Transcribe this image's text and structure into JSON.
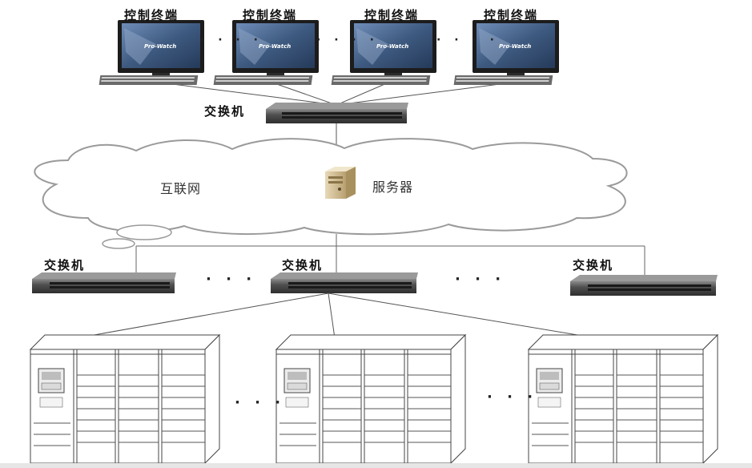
{
  "terminals": {
    "label": "控制终端",
    "brand": "Pro-Watch",
    "count": 4,
    "separator": "· · · ·"
  },
  "core_switch": {
    "label": "交换机"
  },
  "cloud": {
    "network_label": "互联网",
    "server_label": "服务器"
  },
  "access_switches": {
    "labels": [
      "交换机",
      "交换机",
      "交换机"
    ],
    "separators": [
      "· · ·",
      "· · ·"
    ]
  },
  "lockers": {
    "count": 3,
    "separators": [
      "· · ·",
      "· · ·"
    ]
  },
  "colors": {
    "line": "#555555",
    "cloud_fill": "#ffffff",
    "cloud_stroke": "#999999",
    "switch_body": "#4a4a4a",
    "monitor_screen": "#3e5a80",
    "locker_stroke": "#444444"
  }
}
